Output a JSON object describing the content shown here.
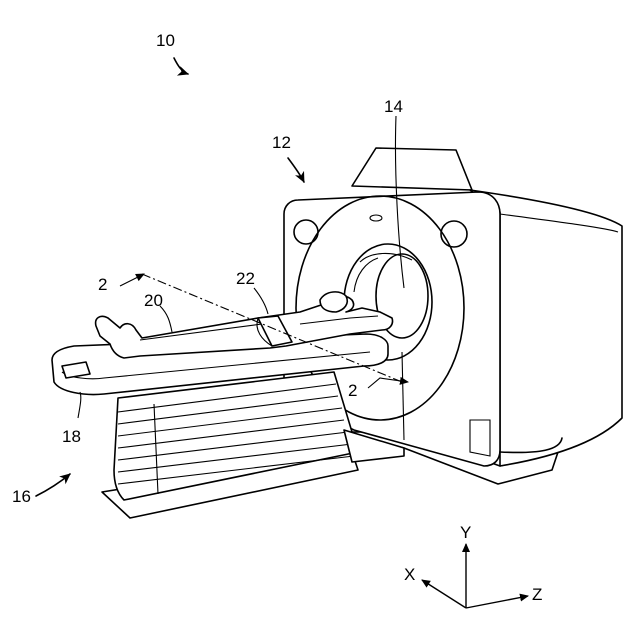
{
  "labels": {
    "device": "10",
    "gantry": "12",
    "bore": "14",
    "table": "16",
    "tabletop": "18",
    "patient": "20",
    "band": "22",
    "section_top": "2",
    "section_bottom": "2"
  },
  "axes": {
    "x": "X",
    "y": "Y",
    "z": "Z"
  }
}
